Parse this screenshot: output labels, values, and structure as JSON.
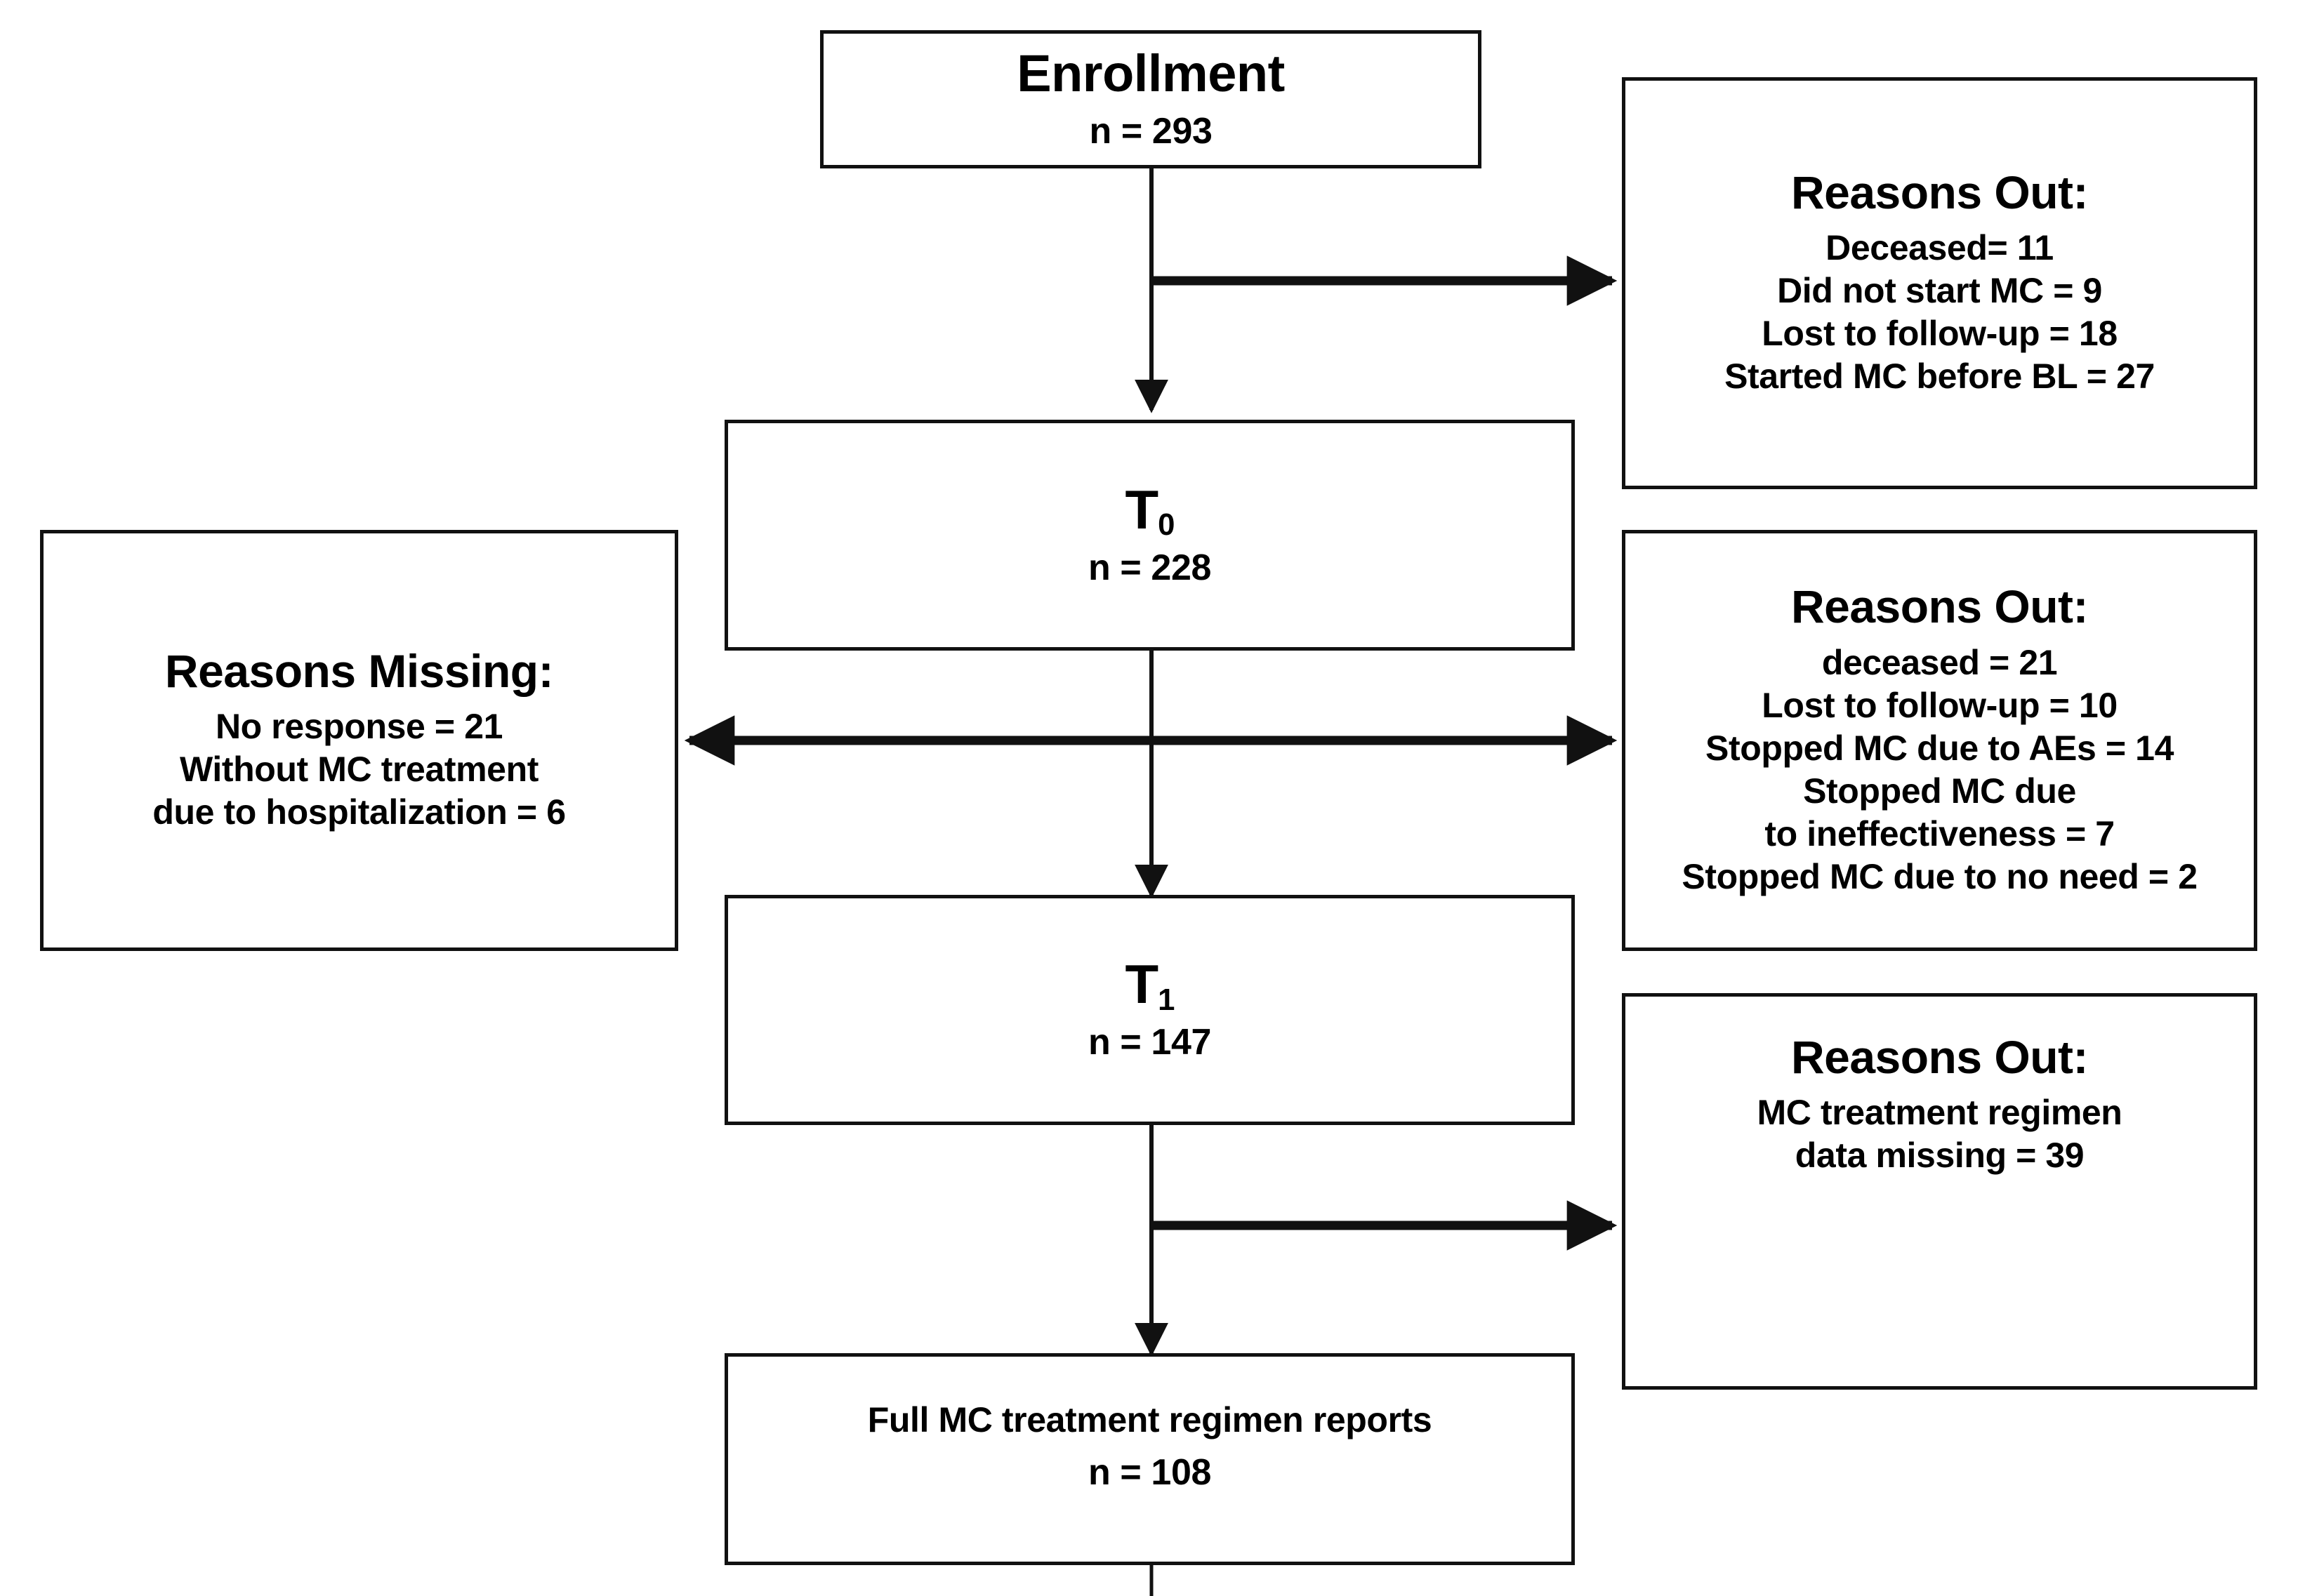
{
  "diagram": {
    "title": "CONSORT-style participant flow diagram",
    "type": "flowchart",
    "stroke_color": "#111111",
    "background_color": "#ffffff"
  },
  "enrollment": {
    "header": "Enrollment",
    "count": "n = 293"
  },
  "t0": {
    "label_base": "T",
    "label_sub": "0",
    "count": "n = 228"
  },
  "t1": {
    "label_base": "T",
    "label_sub": "1",
    "count": "n = 147"
  },
  "final": {
    "header": "Full MC treatment regimen reports",
    "count": "n = 108"
  },
  "reasons_out_1": {
    "header": "Reasons Out:",
    "items": [
      "Deceased= 11",
      "Did not start MC = 9",
      "Lost to follow-up = 18",
      "Started MC before BL = 27"
    ]
  },
  "reasons_out_2": {
    "header": "Reasons Out:",
    "items": [
      "deceased = 21",
      "Lost to follow-up = 10",
      "Stopped MC due to AEs = 14",
      "Stopped MC due",
      "to ineffectiveness = 7",
      "Stopped MC due to no need = 2"
    ]
  },
  "reasons_out_3": {
    "header": "Reasons Out:",
    "items": [
      "MC treatment regimen",
      "data missing = 39"
    ]
  },
  "reasons_missing": {
    "header": "Reasons Missing:",
    "items": [
      "No response = 21",
      "Without MC treatment",
      "due to hospitalization = 6"
    ]
  },
  "connectors": {
    "enrollment_to_t0": "vertical-arrow-down",
    "enrollment_branch_out": "horizontal-arrow-right",
    "t0_to_t1": "vertical-arrow-down",
    "t0_branch_bidirectional": "horizontal-double-arrow",
    "t1_to_final": "vertical-arrow-down",
    "t1_branch_out": "horizontal-arrow-right",
    "final_tail": "vertical-line"
  }
}
